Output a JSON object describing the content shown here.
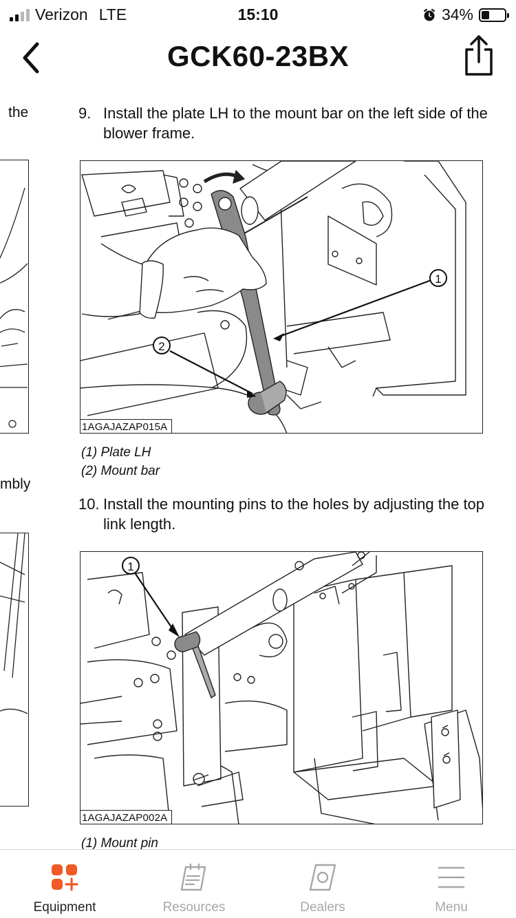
{
  "status_bar": {
    "carrier": "Verizon",
    "network": "LTE",
    "time": "15:10",
    "battery_percent": "34%",
    "battery_level": 0.34,
    "signal_bars_active": 2,
    "signal_bars_total": 4,
    "icons": [
      "signal-icon",
      "alarm-icon",
      "battery-icon"
    ]
  },
  "nav": {
    "title": "GCK60-23BX",
    "back_icon": "chevron-left-icon",
    "share_icon": "share-icon"
  },
  "prev_page": {
    "words": [
      "the",
      "mbly"
    ]
  },
  "steps": [
    {
      "number": "9.",
      "text": "Install the plate LH to the mount bar on the left side of the blower frame.",
      "figure_code": "1AGAJAZAP015A",
      "callouts": [
        "1",
        "2"
      ],
      "captions": [
        "(1) Plate LH",
        "(2) Mount bar"
      ]
    },
    {
      "number": "10.",
      "text": "Install the mounting pins to the holes by adjusting the top link length.",
      "figure_code": "1AGAJAZAP002A",
      "callouts": [
        "1"
      ],
      "captions": [
        "(1) Mount pin"
      ]
    }
  ],
  "tabs": [
    {
      "label": "Equipment",
      "icon": "equipment-icon",
      "active": true
    },
    {
      "label": "Resources",
      "icon": "resources-icon",
      "active": false
    },
    {
      "label": "Dealers",
      "icon": "dealers-icon",
      "active": false
    },
    {
      "label": "Menu",
      "icon": "menu-icon",
      "active": false
    }
  ],
  "colors": {
    "accent": "#f05a24",
    "text": "#111111",
    "inactive_tab": "#a7a7a7",
    "figure_fill": "#8a8a8a"
  }
}
